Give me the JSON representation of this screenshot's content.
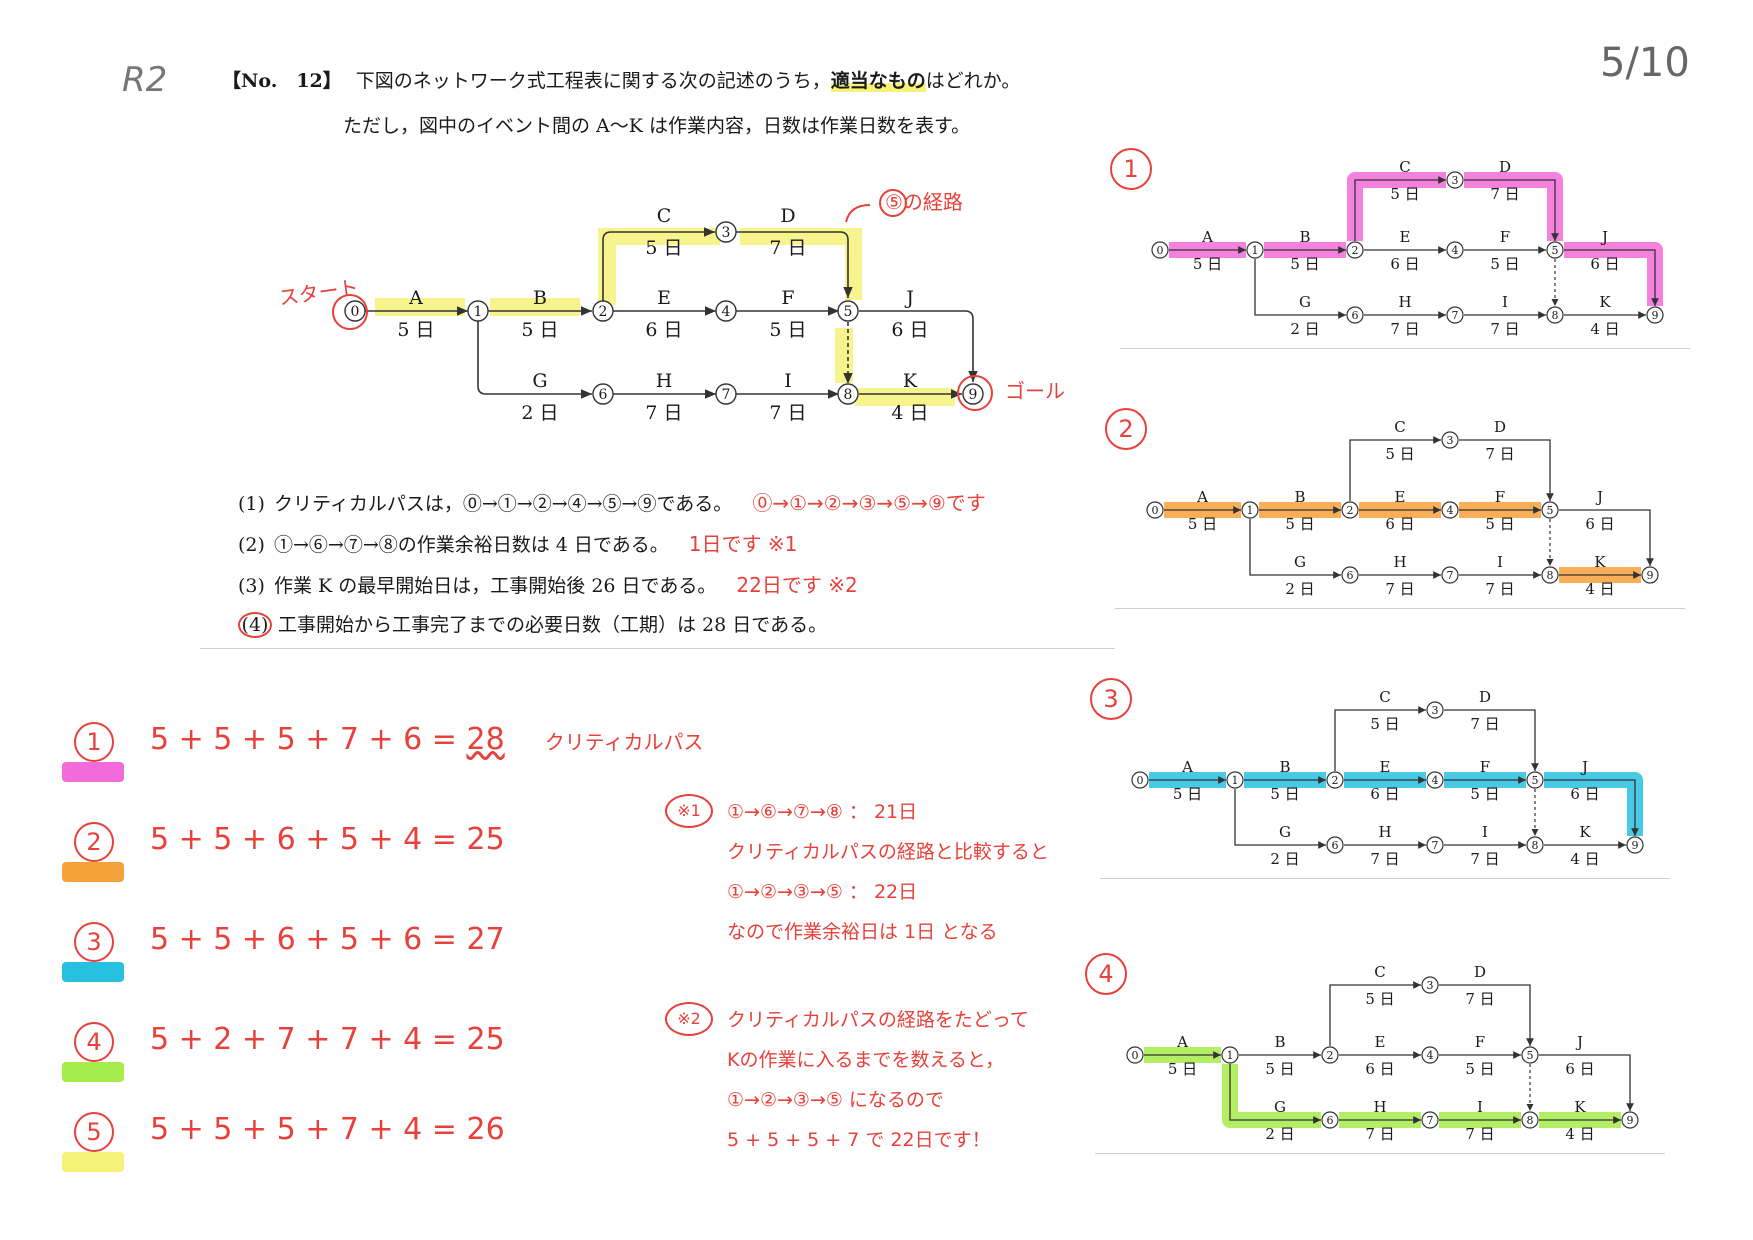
{
  "header": {
    "year_label": "R2",
    "question_no": "【No.　12】",
    "question_text_1": "下図のネットワーク式工程表に関する次の記述のうち，",
    "question_highlight": "適当なもの",
    "question_text_1b": "はどれか。",
    "question_text_2": "ただし，図中のイベント間の A～K は作業内容，日数は作業日数を表す。",
    "score": "5/10"
  },
  "network": {
    "nodes": [
      "0",
      "1",
      "2",
      "3",
      "4",
      "5",
      "6",
      "7",
      "8",
      "9"
    ],
    "activities": [
      {
        "name": "A",
        "days": "5 日"
      },
      {
        "name": "B",
        "days": "5 日"
      },
      {
        "name": "C",
        "days": "5 日"
      },
      {
        "name": "D",
        "days": "7 日"
      },
      {
        "name": "E",
        "days": "6 日"
      },
      {
        "name": "F",
        "days": "5 日"
      },
      {
        "name": "G",
        "days": "2 日"
      },
      {
        "name": "H",
        "days": "7 日"
      },
      {
        "name": "I",
        "days": "7 日"
      },
      {
        "name": "J",
        "days": "6 日"
      },
      {
        "name": "K",
        "days": "4 日"
      }
    ],
    "annotation_route": "⑤の経路",
    "annotation_start": "スタート",
    "annotation_goal": "ゴール"
  },
  "statements": [
    {
      "num": "(1)",
      "text": "クリティカルパスは，⓪→①→②→④→⑤→⑨である。",
      "note": "⓪→①→②→③→⑤→⑨です"
    },
    {
      "num": "(2)",
      "text": "①→⑥→⑦→⑧の作業余裕日数は 4 日である。",
      "note": "1日です ※1"
    },
    {
      "num": "(3)",
      "text": "作業 K の最早開始日は，工事開始後 26 日である。",
      "note": "22日です ※2"
    },
    {
      "num": "(4)",
      "text": "工事開始から工事完了までの必要日数（工期）は 28 日である。",
      "note": ""
    }
  ],
  "calculations": [
    {
      "num": "1",
      "expr": "5 + 5 + 5 + 7 + 6 =",
      "result": "28",
      "note": "クリティカルパス",
      "color": "#f26bd8"
    },
    {
      "num": "2",
      "expr": "5 + 5 + 6 + 5 + 4 =",
      "result": "25",
      "note": "",
      "color": "#f7a13a"
    },
    {
      "num": "3",
      "expr": "5 + 5 + 6 + 5 + 6 =",
      "result": "27",
      "note": "",
      "color": "#28c0e0"
    },
    {
      "num": "4",
      "expr": "5 + 2 + 7 + 7 + 4 =",
      "result": "25",
      "note": "",
      "color": "#a6ec4a"
    },
    {
      "num": "5",
      "expr": "5 + 5 + 5 + 7 + 4 =",
      "result": "26",
      "note": "",
      "color": "#f6f27a"
    }
  ],
  "notes": {
    "note1_mark": "※1",
    "note1_lines": [
      "①→⑥→⑦→⑧ ： 21日",
      "クリティカルパスの経路と比較すると",
      "①→②→③→⑤ ： 22日",
      "なので作業余裕日は 1日 となる"
    ],
    "note2_mark": "※2",
    "note2_lines": [
      "クリティカルパスの経路をたどって",
      "Kの作業に入るまでを数えると，",
      "①→②→③→⑤ になるので",
      "5 + 5 + 5 + 7 で 22日です！"
    ]
  },
  "side_diagrams": [
    {
      "num": "1",
      "color": "#f26bd8"
    },
    {
      "num": "2",
      "color": "#f7a13a"
    },
    {
      "num": "3",
      "color": "#28c0e0"
    },
    {
      "num": "4",
      "color": "#a6ec4a"
    }
  ],
  "colors": {
    "pen": "#e8403a",
    "yellow": "#f6f27a",
    "pink": "#f26bd8",
    "orange": "#f7a13a",
    "cyan": "#28c0e0",
    "green": "#a6ec4a"
  }
}
